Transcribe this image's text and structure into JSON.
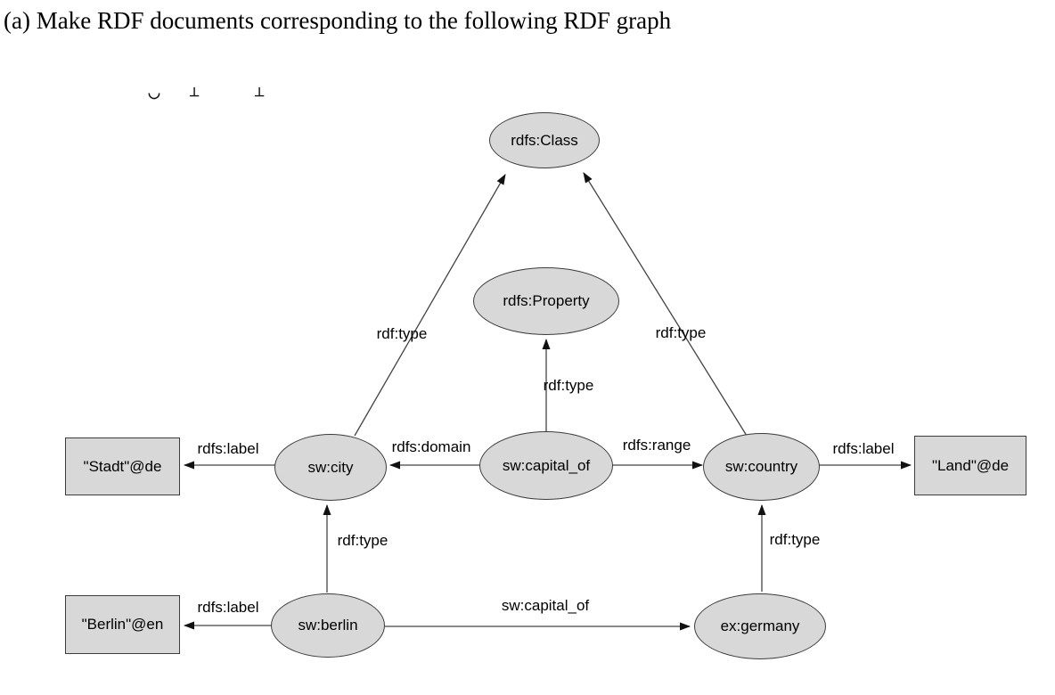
{
  "page": {
    "title": "(a) Make RDF documents corresponding to the following RDF graph"
  },
  "artifacts": {
    "cropped_glyphs": [
      "◡",
      "⊥",
      "⊥"
    ]
  },
  "colors": {
    "background": "#ffffff",
    "node_fill": "#d8d8d8",
    "node_border": "#3c3c3c",
    "edge_line": "#444444",
    "arrowhead": "#111111",
    "text": "#000000"
  },
  "graph": {
    "nodes": {
      "rdfs_class": {
        "label": "rdfs:Class",
        "shape": "ellipse"
      },
      "rdfs_property": {
        "label": "rdfs:Property",
        "shape": "ellipse"
      },
      "sw_city": {
        "label": "sw:city",
        "shape": "ellipse"
      },
      "sw_capital_of": {
        "label": "sw:capital_of",
        "shape": "ellipse"
      },
      "sw_country": {
        "label": "sw:country",
        "shape": "ellipse"
      },
      "sw_berlin": {
        "label": "sw:berlin",
        "shape": "ellipse"
      },
      "ex_germany": {
        "label": "ex:germany",
        "shape": "ellipse"
      },
      "literal_stadt": {
        "label": "\"Stadt\"@de",
        "shape": "rectangle"
      },
      "literal_land": {
        "label": "\"Land\"@de",
        "shape": "rectangle"
      },
      "literal_berlin": {
        "label": "\"Berlin\"@en",
        "shape": "rectangle"
      }
    },
    "edges": {
      "city_type_class": {
        "from": "sw:city",
        "to": "rdfs:Class",
        "label": "rdf:type"
      },
      "country_type_class": {
        "from": "sw:country",
        "to": "rdfs:Class",
        "label": "rdf:type"
      },
      "capital_of_type_property": {
        "from": "sw:capital_of",
        "to": "rdfs:Property",
        "label": "rdf:type"
      },
      "capital_of_domain_city": {
        "from": "sw:capital_of",
        "to": "sw:city",
        "label": "rdfs:domain"
      },
      "capital_of_range_country": {
        "from": "sw:capital_of",
        "to": "sw:country",
        "label": "rdfs:range"
      },
      "city_label_stadt": {
        "from": "sw:city",
        "to": "\"Stadt\"@de",
        "label": "rdfs:label"
      },
      "country_label_land": {
        "from": "sw:country",
        "to": "\"Land\"@de",
        "label": "rdfs:label"
      },
      "berlin_type_city": {
        "from": "sw:berlin",
        "to": "sw:city",
        "label": "rdf:type"
      },
      "germany_type_country": {
        "from": "ex:germany",
        "to": "sw:country",
        "label": "rdf:type"
      },
      "berlin_label_berlin": {
        "from": "sw:berlin",
        "to": "\"Berlin\"@en",
        "label": "rdfs:label"
      },
      "berlin_capital_of_germany": {
        "from": "sw:berlin",
        "to": "ex:germany",
        "label": "sw:capital_of"
      }
    }
  }
}
